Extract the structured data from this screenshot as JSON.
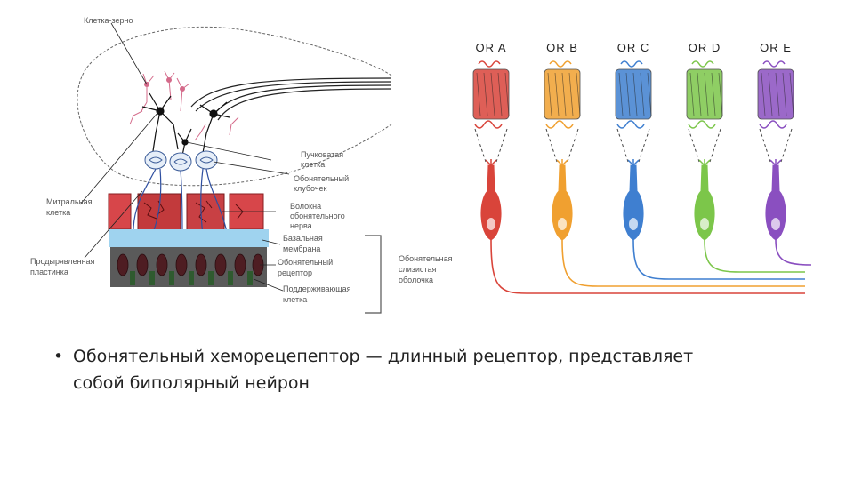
{
  "left_diagram": {
    "labels": {
      "granule_cell": "Клетка-зерно",
      "tufted_cell_1": "Пучковатая",
      "tufted_cell_2": "клетка",
      "glomerulus_1": "Обонятельный",
      "glomerulus_2": "клубочек",
      "mitral_1": "Митральная",
      "mitral_2": "клетка",
      "nerve_fibers_1": "Волокна",
      "nerve_fibers_2": "обонятельного",
      "nerve_fibers_3": "нерва",
      "cribriform_1": "Продырявленная",
      "cribriform_2": "пластинка",
      "basal_1": "Базальная",
      "basal_2": "мембрана",
      "receptor_1": "Обонятельный",
      "receptor_2": "рецептор",
      "supporting_1": "Поддерживающая",
      "supporting_2": "клетка",
      "mucosa_1": "Обонятельная",
      "mucosa_2": "слизистая",
      "mucosa_3": "оболочка"
    }
  },
  "receptors": [
    {
      "label": "OR A",
      "color": "#d9443a"
    },
    {
      "label": "OR B",
      "color": "#f0a030"
    },
    {
      "label": "OR C",
      "color": "#3f7fd0"
    },
    {
      "label": "OR D",
      "color": "#7cc64a"
    },
    {
      "label": "OR E",
      "color": "#8a4fc0"
    }
  ],
  "bullet": {
    "text": "Обонятельный хеморецепептор — длинный рецептор, представляет собой биполярный нейрон"
  }
}
